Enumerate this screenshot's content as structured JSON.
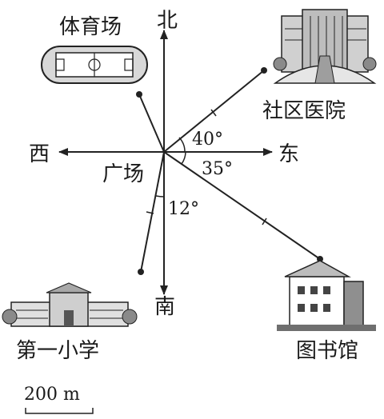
{
  "directions": {
    "north": "北",
    "south": "南",
    "east": "东",
    "west": "西"
  },
  "center_label": "广场",
  "places": {
    "stadium": "体育场",
    "clinic": "社区医院",
    "library": "图书馆",
    "school": "第一小学"
  },
  "angles": {
    "clinic": "40°",
    "library": "35°",
    "school": "12°"
  },
  "scale_label": "200 m"
}
